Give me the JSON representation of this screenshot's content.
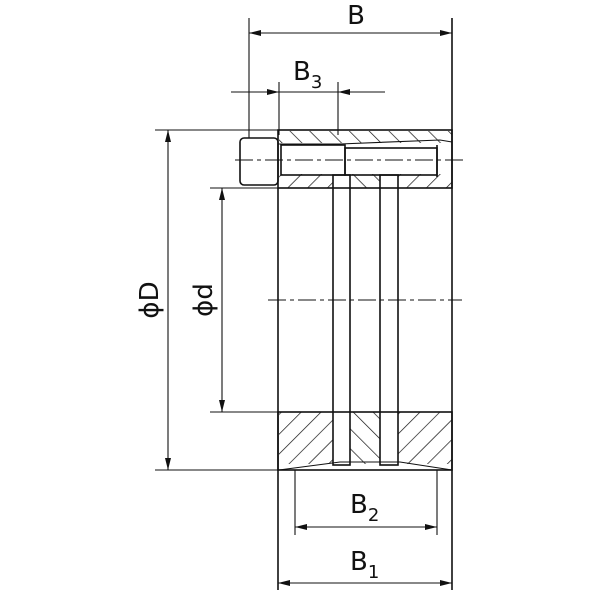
{
  "title": "Locking assembly dimension drawing",
  "labels": {
    "B": "B",
    "B3": "B",
    "B3_sub": "3",
    "B2": "B",
    "B2_sub": "2",
    "B1": "B",
    "B1_sub": "1",
    "D": "ϕD",
    "d": "ϕd"
  },
  "colors": {
    "line": "#111111",
    "background": "#ffffff"
  }
}
